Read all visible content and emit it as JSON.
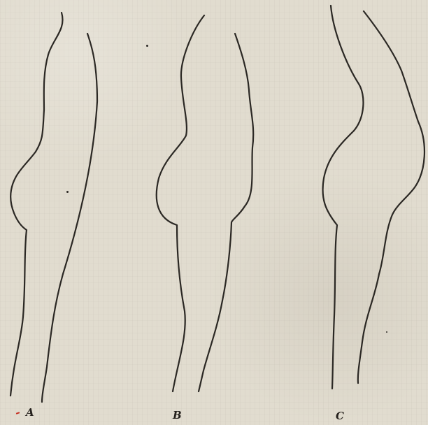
{
  "figures": [
    {
      "label": "A"
    },
    {
      "label": "B"
    },
    {
      "label": "C"
    }
  ]
}
